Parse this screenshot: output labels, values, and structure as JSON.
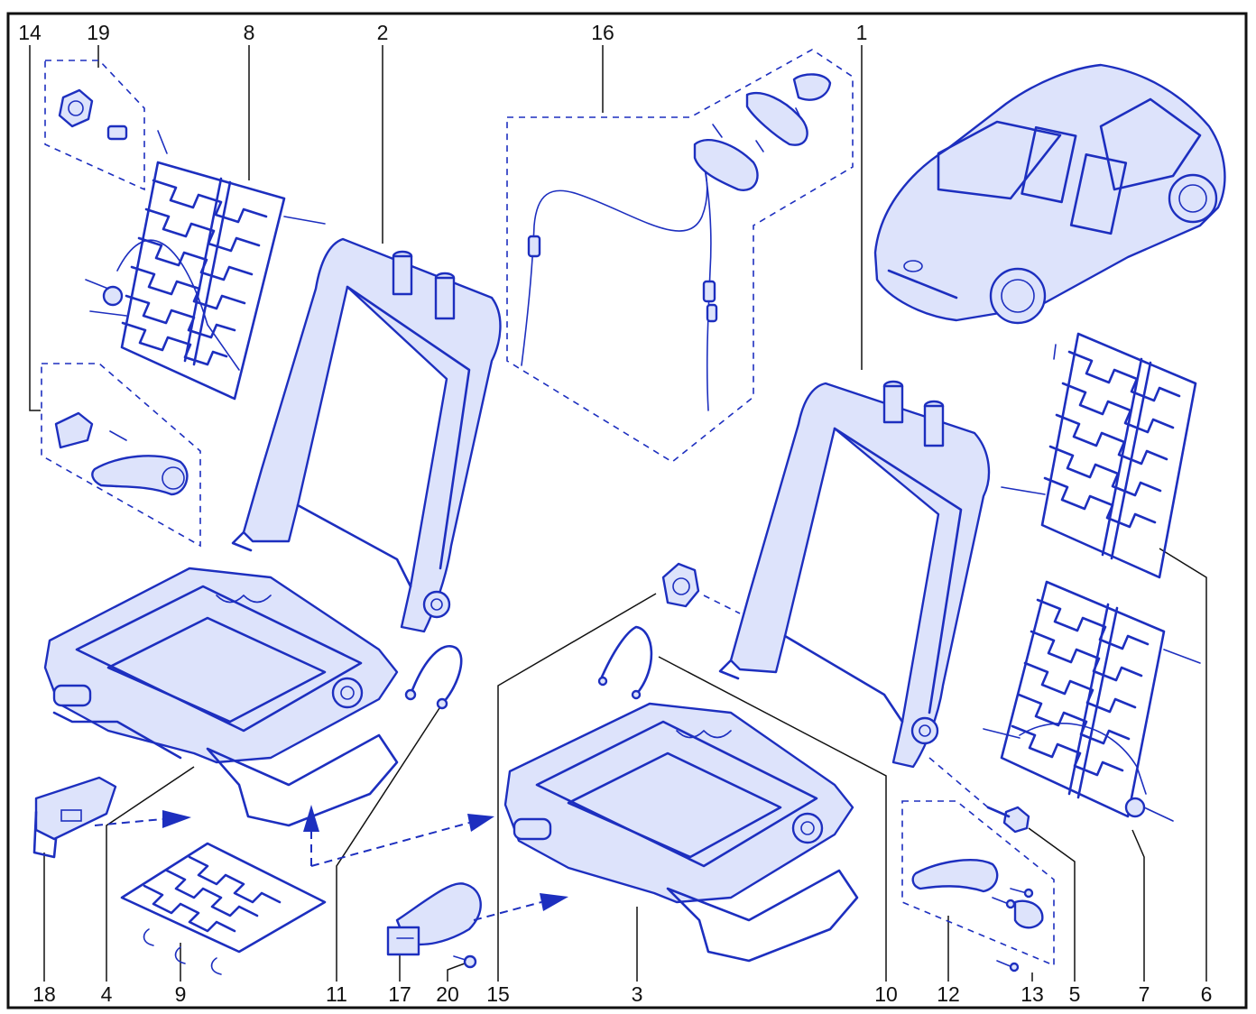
{
  "callouts": [
    "14",
    "19",
    "8",
    "2",
    "16",
    "1",
    "18",
    "4",
    "9",
    "11",
    "17",
    "20",
    "15",
    "3",
    "10",
    "12",
    "13",
    "5",
    "7",
    "6"
  ],
  "colors": {
    "line": "#1d2fbf",
    "fill": "#dde3fb",
    "frame": "#111111",
    "text": "#111111"
  }
}
